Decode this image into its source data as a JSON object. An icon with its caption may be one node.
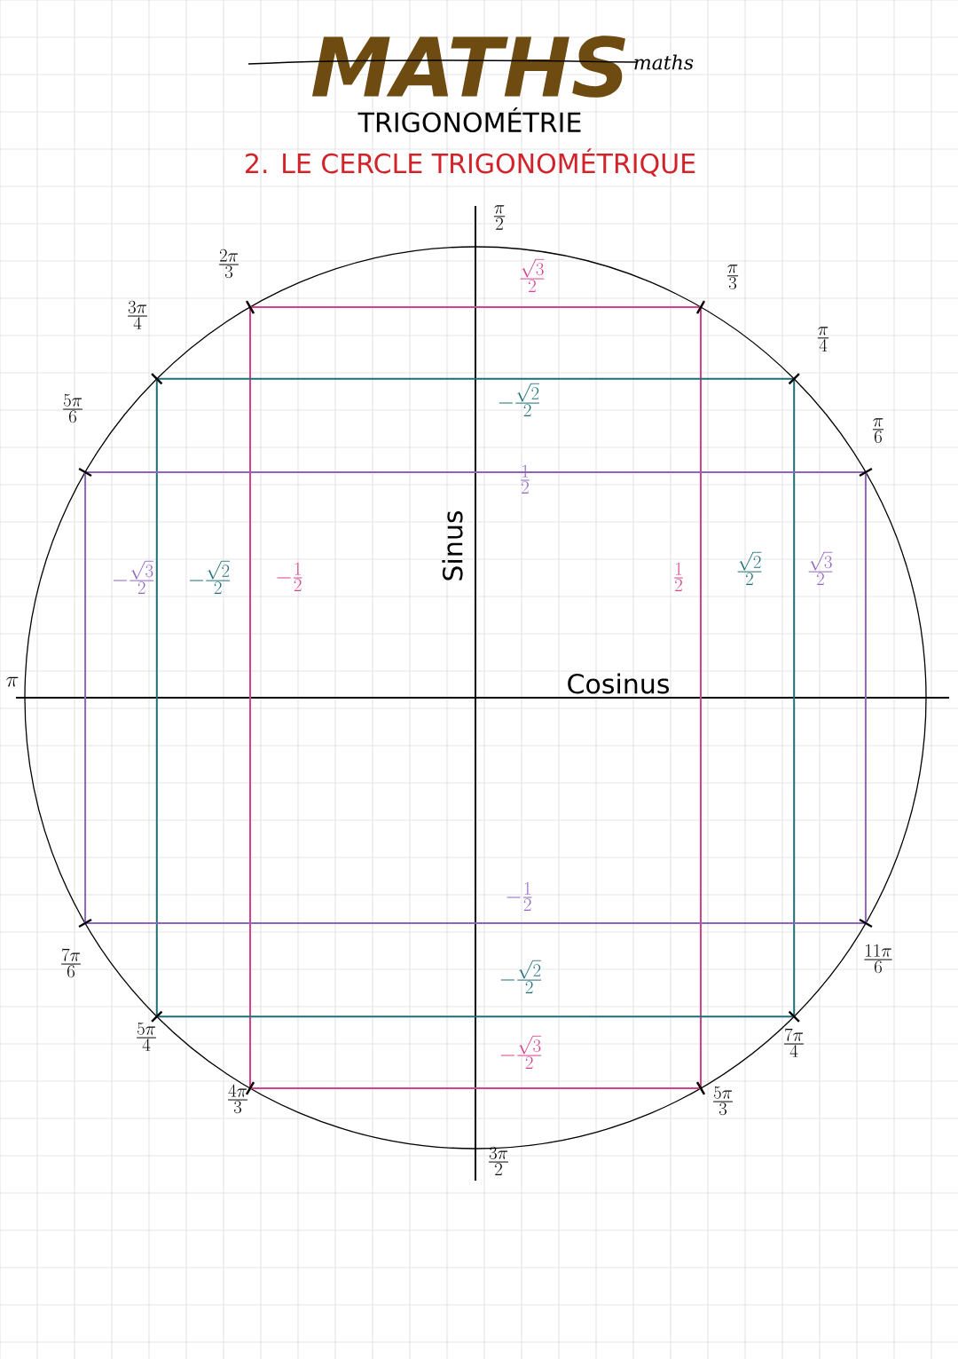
{
  "diagram": {
    "title": "MATHS",
    "labels": [
      "maths",
      "TRIGONOMÉTRIE",
      "2. LE CERCLE TRIGONOMÉTRIQUE",
      "\\frac{\\pi}{2}",
      "\\frac{2\\pi}{3}",
      "\\frac{\\pi}{3}",
      "\\frac{\\sqrt{3}}{2}",
      "\\frac{3\\pi}{4}",
      "\\frac{\\pi}{4}",
      "\\frac{5\\pi}{6}",
      "-\\frac{\\sqrt{2}}{2}",
      "\\frac{\\pi}{6}",
      "\\frac{1}{2}",
      "-\\frac{\\sqrt{3}}{2}",
      "-\\frac{\\sqrt{2}}{2}",
      "-\\frac{1}{2}",
      "Sinus",
      "\\frac{1}{2}",
      "\\frac{\\sqrt{2}}{2}",
      "\\frac{\\sqrt{3}}{2}",
      "\\pi",
      "Cosinus",
      "-\\frac{1}{2}",
      "\\frac{7\\pi}{6}",
      "\\frac{11\\pi}{6}",
      "-\\frac{\\sqrt{2}}{2}",
      "\\frac{5\\pi}{4}",
      "-\\frac{\\sqrt{3}}{2}",
      "\\frac{7\\pi}{4}",
      "\\frac{4\\pi}{3}",
      "\\frac{5\\pi}{3}",
      "\\frac{3\\pi}{2}"
    ]
  }
}
